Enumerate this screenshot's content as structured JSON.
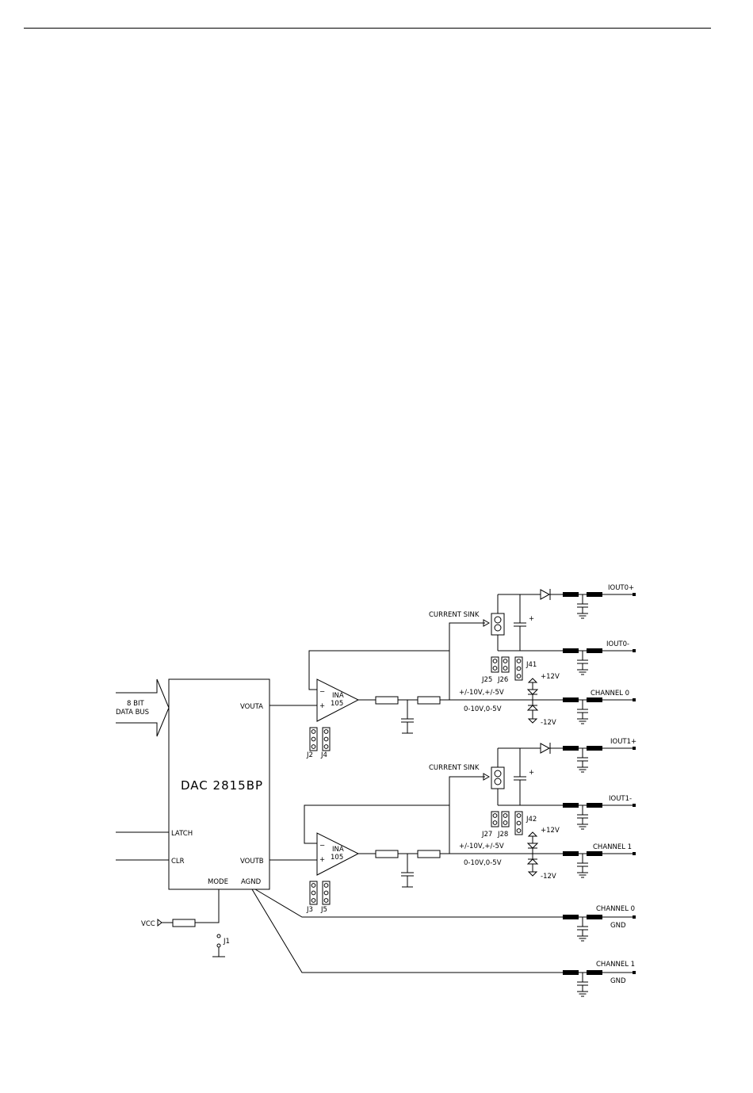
{
  "dac": {
    "name": "DAC 2815BP",
    "pins": {
      "vouta": "VOUTA",
      "voutb": "VOUTB",
      "latch": "LATCH",
      "clr": "CLR",
      "mode": "MODE",
      "agnd": "AGND"
    }
  },
  "bus": {
    "line1": "8 BIT",
    "line2": "DATA BUS"
  },
  "amp": {
    "line1": "INA",
    "line2": "105",
    "minus": "−",
    "plus": "+"
  },
  "current_sink": "CURRENT SINK",
  "cap_plus": "+",
  "jumpers": {
    "j1": "J1",
    "j2": "J2",
    "j3": "J3",
    "j4": "J4",
    "j5": "J5",
    "j25": "J25",
    "j26": "J26",
    "j27": "J27",
    "j28": "J28",
    "j41": "J41",
    "j42": "J42"
  },
  "ranges": {
    "bipolar": "+/-10V,+/-5V",
    "unipolar": "0-10V,0-5V"
  },
  "rails": {
    "pos": "+12V",
    "neg": "-12V"
  },
  "vcc": "VCC",
  "outputs": {
    "iout0p": "IOUT0+",
    "iout0m": "IOUT0-",
    "ch0": "CHANNEL 0",
    "iout1p": "IOUT1+",
    "iout1m": "IOUT1-",
    "ch1": "CHANNEL 1",
    "gnd0_a": "CHANNEL 0",
    "gnd0_b": "GND",
    "gnd1_a": "CHANNEL 1",
    "gnd1_b": "GND"
  }
}
